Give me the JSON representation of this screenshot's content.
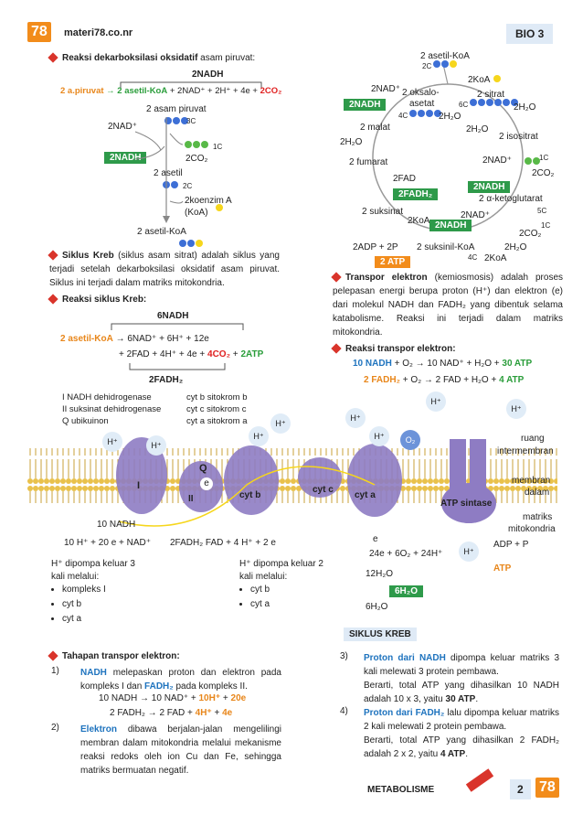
{
  "header": {
    "logo_text": "78",
    "site": "materi78.co.nr",
    "subject": "BIO 3"
  },
  "left": {
    "b1_title": "Reaksi dekarboksilasi oksidatif",
    "b1_rest": " asam piruvat:",
    "eq1_top": "2NADH",
    "eq1_a": "2 a.piruvat",
    "eq1_b": " → 2 asetil-KoA",
    "eq1_c": " + 2NAD⁺ + 2H⁺ + 4e + ",
    "eq1_d": "2CO₂",
    "d1": {
      "asam_piruvat": "2 asam piruvat",
      "nad": "2NAD⁺",
      "c3": "3C",
      "c1": "1C",
      "co2": "2CO₂",
      "nadh": "2NADH",
      "asetil": "2 asetil",
      "c2": "2C",
      "koa": "2koenzim A",
      "koa2": "(KoA)",
      "asetil_koa": "2 asetil-KoA"
    },
    "b2_title": "Siklus Kreb",
    "b2_rest": " (siklus asam sitrat) adalah siklus yang terjadi setelah dekarboksilasi oksidatif asam piruvat. Siklus ini terjadi dalam matriks mitokondria.",
    "b3_title": "Reaksi siklus Kreb:",
    "eq2_top": "6NADH",
    "eq2_l1_a": "2 asetil-KoA",
    "eq2_l1_b": " → 6NAD⁺ + 6H⁺ + 12e",
    "eq2_l2_a": "+ 2FAD + 4H⁺ + 4e + ",
    "eq2_l2_b": "4CO₂",
    "eq2_l2_c": " + ",
    "eq2_l2_d": "2ATP",
    "eq2_bottom": "2FADH₂",
    "legend": [
      "I   NADH dehidrogenase",
      "II  suksinat dehidrogenase",
      "Q  ubikuinon"
    ],
    "legend2": [
      "cyt b  sitokrom b",
      "cyt c  sitokrom c",
      "cyt a  sitokrom a"
    ]
  },
  "right": {
    "kreb": {
      "asetil_koa": "2 asetil-KoA",
      "c2": "2C",
      "koa": "2KoA",
      "nad_top": "2NAD⁺",
      "nadh_top": "2NADH",
      "oksalo": "2 oksalo-",
      "asetat": "asetat",
      "c4a": "4C",
      "sitrat": "2 sitrat",
      "c6": "6C",
      "h2o_a": "2H₂O",
      "h2o_b": "2H₂O",
      "malat": "2 malat",
      "h2o_c": "2H₂O",
      "h2o_d": "2H₂O",
      "isositrat": "2 isositrat",
      "nad_r": "2NAD⁺",
      "c1a": "1C",
      "co2a": "2CO₂",
      "fumarat": "2 fumarat",
      "fad": "2FAD",
      "nadh_r": "2NADH",
      "fadh2": "2FADH₂",
      "akg": "2 α-ketoglutarat",
      "c5": "5C",
      "suksinat": "2 suksinat",
      "koa_b": "2KoA",
      "nad_r2": "2NAD⁺",
      "c1b": "1C",
      "nadh_b": "2NADH",
      "co2b": "2CO₂",
      "adp": "2ADP + 2P",
      "suksinil": "2 suksinil-KoA",
      "h2o_e": "2H₂O",
      "c4b": "4C",
      "koa_c": "2KoA",
      "atp": "2 ATP"
    },
    "b4_title": "Transpor elektron",
    "b4_rest": " (kemiosmosis) adalah proses pelepasan energi berupa proton (H⁺) dan elektron (e) dari molekul NADH dan FADH₂ yang dibentuk selama katabolisme. Reaksi ini terjadi dalam matriks mitokondria.",
    "b5_title": "Reaksi transpor elektron:",
    "eq3_a": "10 NADH",
    "eq3_b": " + O₂ → 10 NAD⁺ + H₂O + ",
    "eq3_c": "30 ATP",
    "eq4_a": "2 FADH₂",
    "eq4_b": " + O₂ → 2 FAD + H₂O + ",
    "eq4_c": "4 ATP"
  },
  "etc": {
    "h": "H⁺",
    "o2": "O₂",
    "ruang": "ruang",
    "intermembran": "intermembran",
    "membran": "membran",
    "dalam": "dalam",
    "matriks": "matriks",
    "mitokondria": "mitokondria",
    "I": "I",
    "Q": "Q",
    "e": "e",
    "II": "II",
    "cytb": "cyt b",
    "cytc": "cyt c",
    "cyta": "cyt a",
    "atp_sintase": "ATP sintase",
    "nadh10": "10 NADH",
    "bottom_left": "10 H⁺ + 20 e + NAD⁺",
    "bottom_mid": "2FADH₂  FAD + 4 H⁺ + 2 e",
    "e_label": "e",
    "electrons": "24e + 6O₂ + 24H⁺",
    "h2o12": "12H₂O",
    "h2o6box": "6H₂O",
    "h2o6": "6H₂O",
    "adp": "ADP + P",
    "atp": "ATP",
    "pump3_title": "H⁺ dipompa keluar 3",
    "pump3_sub": "kali melalui:",
    "pump3": [
      "kompleks I",
      "cyt b",
      "cyt a"
    ],
    "pump2_title": "H⁺ dipompa keluar 2",
    "pump2_sub": "kali melalui:",
    "pump2": [
      "cyt b",
      "cyt a"
    ],
    "siklus_kreb": "SIKLUS KREB"
  },
  "bottom_left": {
    "title": "Tahapan transpor elektron:",
    "s1_num": "1)",
    "s1_a": "NADH",
    "s1_b": " melepaskan proton dan elektron pada kompleks I dan ",
    "s1_c": "FADH₂",
    "s1_d": " pada kompleks II.",
    "s1_eq1_a": "10 NADH → 10 NAD⁺ + ",
    "s1_eq1_b": "10H⁺",
    "s1_eq1_c": " + ",
    "s1_eq1_d": "20e",
    "s1_eq2_a": "2 FADH₂ → 2 FAD + ",
    "s1_eq2_b": "4H⁺",
    "s1_eq2_c": " + ",
    "s1_eq2_d": "4e",
    "s2_num": "2)",
    "s2_a": "Elektron",
    "s2_b": " dibawa berjalan-jalan mengelilingi membran dalam mitokondria melalui mekanisme reaksi redoks oleh ion Cu dan Fe, sehingga matriks bermuatan negatif."
  },
  "bottom_right": {
    "s3_num": "3)",
    "s3_a": "Proton dari NADH",
    "s3_b": " dipompa keluar matriks 3 kali melewati 3 protein pembawa.",
    "s3_c": "Berarti, total ATP yang dihasilkan 10 NADH adalah 10 x 3, yaitu ",
    "s3_d": "30 ATP",
    "s3_e": ".",
    "s4_num": "4)",
    "s4_a": "Proton dari   FADH₂",
    "s4_b": " lalu dipompa keluar matriks 2 kali melewati 2 protein pembawa.",
    "s4_c": "Berarti, total ATP yang dihasilkan 2 FADH₂ adalah 2 x 2, yaitu ",
    "s4_d": "4 ATP",
    "s4_e": "."
  },
  "footer": {
    "chapter": "METABOLISME",
    "page": "2",
    "logo": "78"
  }
}
